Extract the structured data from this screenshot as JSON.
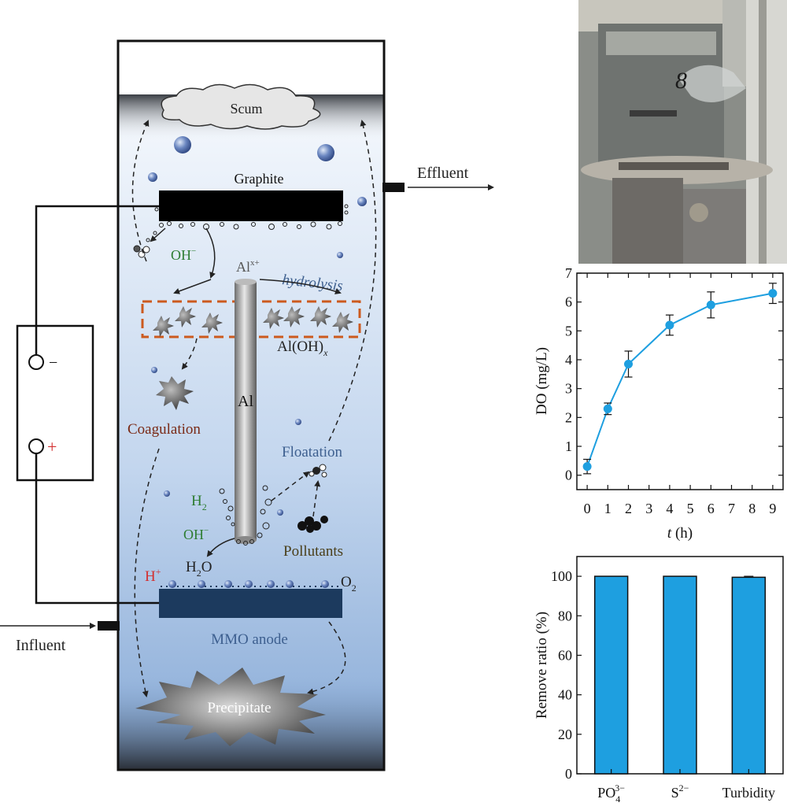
{
  "colors": {
    "tank_outline": "#111111",
    "tank_water_top": "#f4f8fd",
    "tank_water_bottom": "#8fb2dc",
    "electrode_dark": "#000000",
    "anode_fill": "#1c3a5e",
    "dashed_box": "#cc5a1e",
    "text_green": "#2e7d32",
    "text_blue": "#3d5f8f",
    "text_red": "#d32f2f",
    "text_brown": "#7a2a16",
    "text_olive": "#4a3f1a",
    "chart_accent": "#1e9fe0"
  },
  "diagram": {
    "scum_label": "Scum",
    "graphite_label": "Graphite",
    "effluent_label": "Effluent",
    "influent_label": "Influent",
    "oh_top": "OH",
    "oh_top_sup": "−",
    "al_ion": "Al",
    "al_ion_sup": "x+",
    "hydrolysis_label": "hydrolysis",
    "aloh_main": "Al(OH)",
    "aloh_sub": "x",
    "al_label": "Al",
    "coagulation_label": "Coagulation",
    "floatation_label": "Floatation",
    "h2_main": "H",
    "h2_sub": "2",
    "oh_bottom": "OH",
    "oh_bottom_sup": "−",
    "pollutants_label": "Pollutants",
    "hplus_main": "H",
    "hplus_sup": "+",
    "h2o_h": "H",
    "h2o_sub": "2",
    "h2o_o": "O",
    "o2_main": "O",
    "o2_sub": "2",
    "mmo_label": "MMO anode",
    "precipitate_label": "Precipitate",
    "minus_sign": "−",
    "plus_sign": "+"
  },
  "chart_data": [
    {
      "type": "line",
      "x": [
        0,
        1,
        2,
        4,
        6,
        9
      ],
      "y": [
        0.3,
        2.3,
        3.85,
        5.2,
        5.9,
        6.3
      ],
      "y_err": [
        0.25,
        0.2,
        0.45,
        0.35,
        0.45,
        0.35
      ],
      "xlabel_italic": "t",
      "xlabel_rest": " (h)",
      "ylabel": "DO (mg/L)",
      "xlim": [
        -0.5,
        9.5
      ],
      "ylim": [
        -0.5,
        7
      ],
      "xticks": [
        "0",
        "1",
        "2",
        "3",
        "4",
        "5",
        "6",
        "7",
        "8",
        "9"
      ],
      "yticks": [
        "0",
        "1",
        "2",
        "3",
        "4",
        "5",
        "6",
        "7"
      ],
      "grid": false,
      "color": "#1e9fe0"
    },
    {
      "type": "bar",
      "categories": [
        "PO43−",
        "S2−",
        "Turbidity"
      ],
      "category_labels": [
        {
          "main": "PO",
          "sub": "4",
          "sup": "3−"
        },
        {
          "main": "S",
          "sub": "",
          "sup": "2−"
        },
        {
          "main": "Turbidity",
          "sub": "",
          "sup": ""
        }
      ],
      "values": [
        100,
        100,
        99.5
      ],
      "errors": [
        0,
        0,
        0.5
      ],
      "ylabel": "Remove ratio (%)",
      "ylim": [
        0,
        110
      ],
      "yticks": [
        "0",
        "20",
        "40",
        "60",
        "80",
        "100"
      ],
      "grid": false,
      "color": "#1e9fe0"
    }
  ]
}
